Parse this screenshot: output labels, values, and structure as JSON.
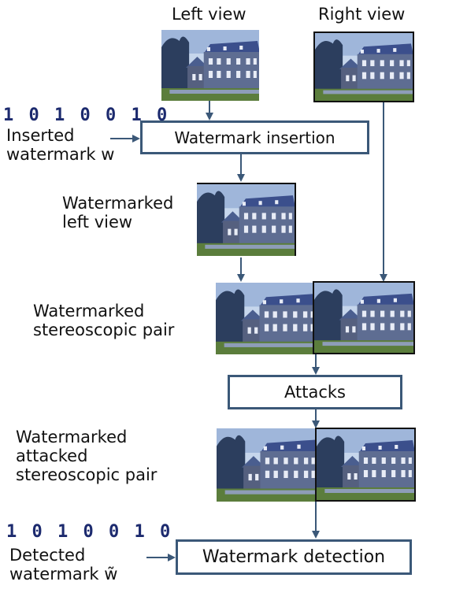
{
  "headings": {
    "left_view": "Left view",
    "right_view": "Right view"
  },
  "boxes": {
    "insertion": "Watermark insertion",
    "attacks": "Attacks",
    "detection": "Watermark detection"
  },
  "labels": {
    "inserted_bits": "1 0 1 0 0 1 0",
    "inserted_watermark": "Inserted\nwatermark w",
    "watermarked_left_view": "Watermarked\nleft view",
    "watermarked_pair": "Watermarked\nstereoscopic pair",
    "watermarked_attacked_pair": "Watermarked\nattacked\nstereoscopic pair",
    "detected_bits": "1 0 1 0 0 1 0",
    "detected_watermark": "Detected\nwatermark w̃"
  },
  "images": {
    "subject": "building-photo"
  },
  "colors": {
    "arrow": "#3b5878",
    "box_border": "#3b5878",
    "bits": "#1c2a6e"
  }
}
